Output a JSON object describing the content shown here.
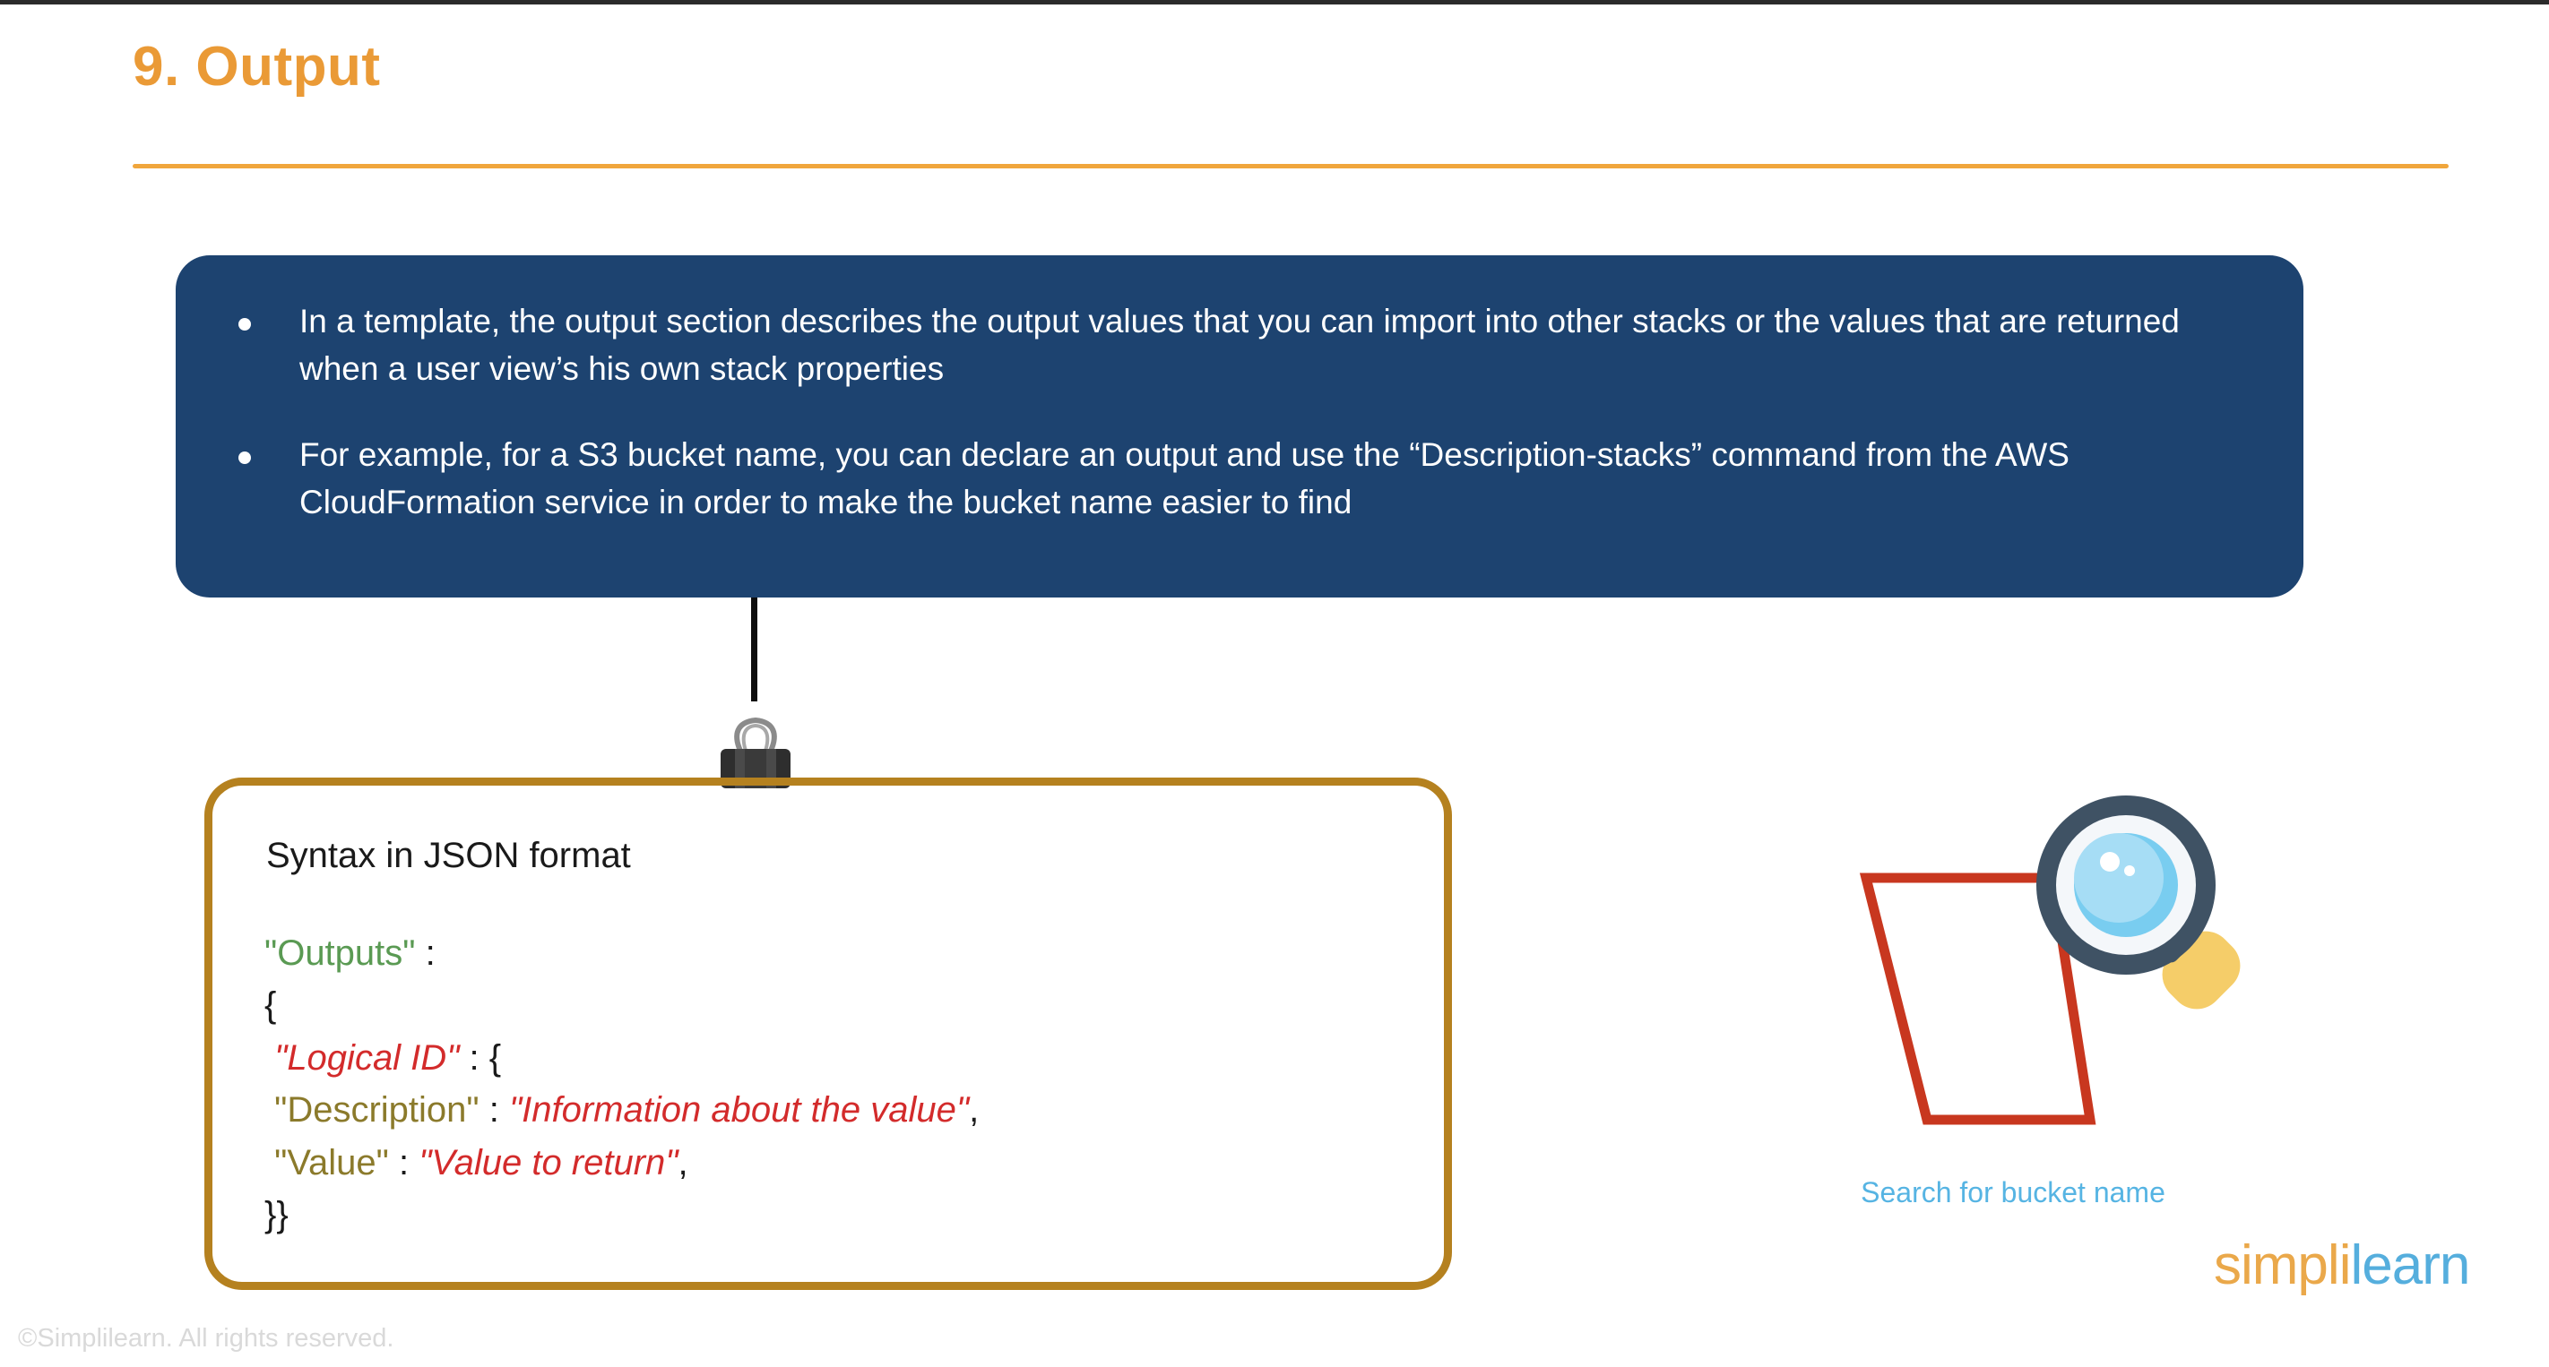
{
  "slide": {
    "title": "9. Output",
    "accent_orange": "#ea9a36",
    "callout_blue": "#1d4370",
    "card_border_gold": "#b5811f"
  },
  "callout": {
    "bullets": [
      "In a template, the output section describes the output values that you can import into other stacks or the values that are returned when a user view’s his own stack properties",
      "For example, for a S3 bucket name, you can declare an output and use the “Description-stacks” command from the AWS CloudFormation service in order to make the bucket name easier to find"
    ]
  },
  "syntax_card": {
    "heading": "Syntax in JSON format",
    "lines": [
      {
        "segments": [
          {
            "text": "\"Outputs\"",
            "style": "key-green"
          },
          {
            "text": " : ",
            "style": "punct"
          }
        ]
      },
      {
        "segments": [
          {
            "text": "{",
            "style": "brace"
          }
        ]
      },
      {
        "segments": [
          {
            "text": " \"",
            "style": "str-red"
          },
          {
            "text": "Logical ID",
            "style": "str-red"
          },
          {
            "text": "\"",
            "style": "str-red"
          },
          {
            "text": " : {",
            "style": "punct"
          }
        ]
      },
      {
        "segments": [
          {
            "text": " \"Description\"",
            "style": "key-olive"
          },
          {
            "text": " : ",
            "style": "punct"
          },
          {
            "text": "\"Information about the value\"",
            "style": "str-red"
          },
          {
            "text": ",",
            "style": "punct"
          }
        ]
      },
      {
        "segments": [
          {
            "text": " \"Value\"",
            "style": "key-olive"
          },
          {
            "text": " : ",
            "style": "punct"
          },
          {
            "text": "\"Value to return\"",
            "style": "str-red"
          },
          {
            "text": ",",
            "style": "punct"
          }
        ]
      },
      {
        "segments": [
          {
            "text": "}}",
            "style": "brace"
          }
        ]
      }
    ]
  },
  "illustration": {
    "bucket_icon": "bucket-outline-icon",
    "magnifier_icon": "magnifier-icon",
    "caption": "Search for bucket name",
    "bucket_color": "#c8371f",
    "magnifier_ring_color": "#3f5264",
    "magnifier_lens_color": "#79cdf0",
    "magnifier_handle_color": "#f5cd69"
  },
  "logo": {
    "part1": "simpl",
    "separator": "i",
    "part2": "learn"
  },
  "footer": {
    "copyright": "©Simplilearn. All rights reserved."
  }
}
